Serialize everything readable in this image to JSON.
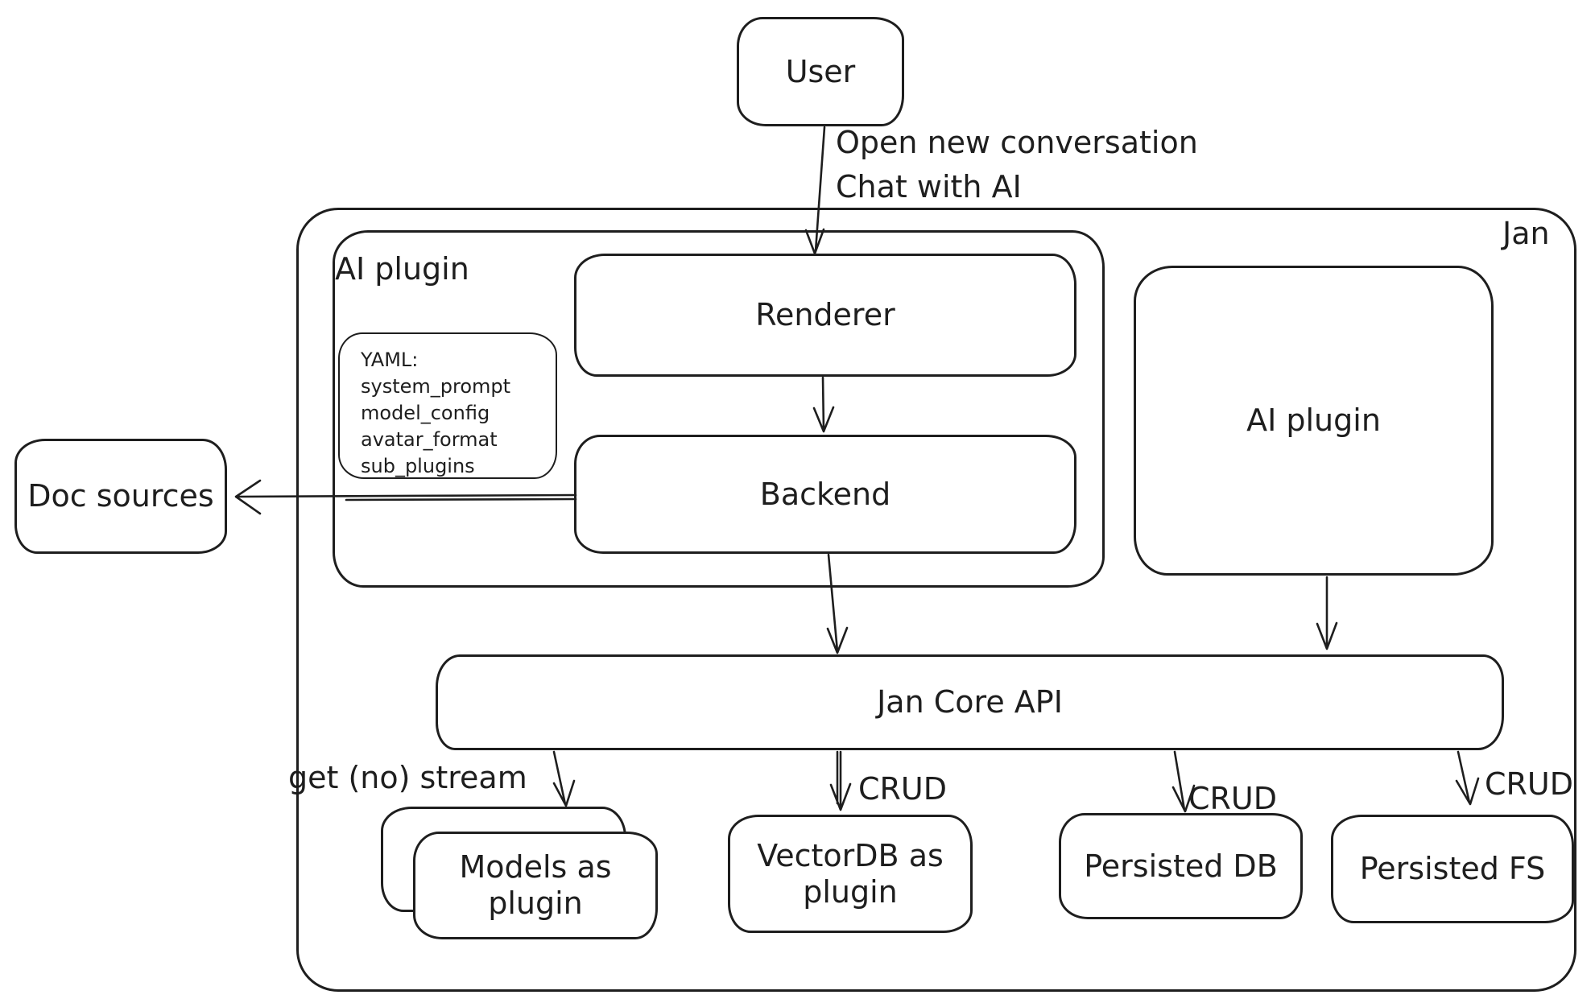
{
  "diagram": {
    "title": "Jan architecture diagram",
    "colors": {
      "stroke": "#1e1e1e",
      "background": "#ffffff"
    },
    "nodes": {
      "user": {
        "label": "User"
      },
      "jan": {
        "label": "Jan"
      },
      "ai_plugin_left": {
        "label": "AI plugin"
      },
      "renderer": {
        "label": "Renderer"
      },
      "backend": {
        "label": "Backend"
      },
      "yaml_note": {
        "lines": [
          "YAML:",
          "system_prompt",
          "model_config",
          "avatar_format",
          "sub_plugins"
        ]
      },
      "ai_plugin_right": {
        "label": "AI plugin"
      },
      "doc_sources": {
        "label": "Doc sources"
      },
      "jan_core_api": {
        "label": "Jan Core API"
      },
      "models_as_plugin": {
        "label": "Models as plugin"
      },
      "vectordb_as_plugin": {
        "label": "VectorDB as plugin"
      },
      "persisted_db": {
        "label": "Persisted DB"
      },
      "persisted_fs": {
        "label": "Persisted FS"
      }
    },
    "edges": {
      "user_to_renderer": {
        "line1": "Open new conversation",
        "line2": "Chat with AI"
      },
      "jan_core_to_models": {
        "label": "get (no) stream"
      },
      "jan_core_to_vectordb": {
        "label": "CRUD"
      },
      "jan_core_to_persisted_db": {
        "label": "CRUD"
      },
      "jan_core_to_persisted_fs": {
        "label": "CRUD"
      }
    }
  }
}
